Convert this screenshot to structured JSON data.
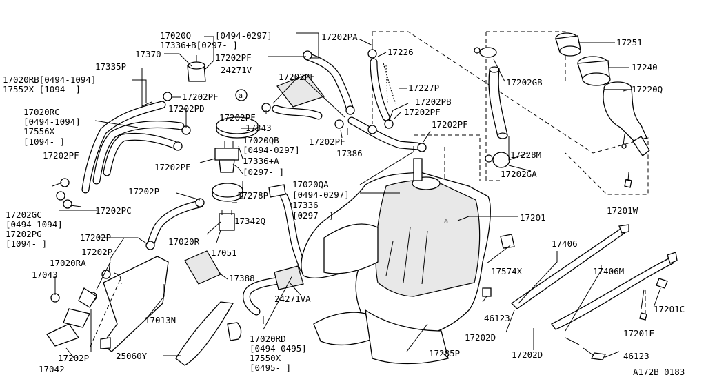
{
  "diagram_id": "A172B 0183",
  "labels": [
    {
      "id": "17020Q",
      "text": "17020Q"
    },
    {
      "id": "17020Q_range1",
      "text": "[0494-0297]"
    },
    {
      "id": "17336B",
      "text": "17336+B[0297-      ]"
    },
    {
      "id": "17202PA",
      "text": "17202PA"
    },
    {
      "id": "17370",
      "text": "17370"
    },
    {
      "id": "17202PF_a",
      "text": "17202PF"
    },
    {
      "id": "17226",
      "text": "17226"
    },
    {
      "id": "17251",
      "text": "17251"
    },
    {
      "id": "17335P",
      "text": "17335P"
    },
    {
      "id": "24271V",
      "text": "24271V"
    },
    {
      "id": "17202PF_b",
      "text": "17202PF"
    },
    {
      "id": "17240",
      "text": "17240"
    },
    {
      "id": "17020RB",
      "text": "17020RB[0494-1094]"
    },
    {
      "id": "17552X",
      "text": "17552X [1094-      ]"
    },
    {
      "id": "17202PF_c",
      "text": "17202PF"
    },
    {
      "id": "17202GB",
      "text": "17202GB"
    },
    {
      "id": "17227P",
      "text": "17227P"
    },
    {
      "id": "17220Q",
      "text": "17220Q"
    },
    {
      "id": "17202PD",
      "text": "17202PD"
    },
    {
      "id": "17202PB",
      "text": "17202PB"
    },
    {
      "id": "17020RC",
      "text": "17020RC"
    },
    {
      "id": "17202PF_d",
      "text": "17202PF"
    },
    {
      "id": "17202PF_e",
      "text": "17202PF"
    },
    {
      "id": "17020RC_range",
      "text": "[0494-1094]"
    },
    {
      "id": "17343",
      "text": "17343"
    },
    {
      "id": "17556X",
      "text": "17556X"
    },
    {
      "id": "17202PF_f",
      "text": "17202PF"
    },
    {
      "id": "17020QB",
      "text": "17020QB"
    },
    {
      "id": "17202PF_g",
      "text": "17202PF"
    },
    {
      "id": "17556X_range",
      "text": "[1094-      ]"
    },
    {
      "id": "17020QB_range",
      "text": "[0494-0297]"
    },
    {
      "id": "17386",
      "text": "17386"
    },
    {
      "id": "17228M",
      "text": "17228M"
    },
    {
      "id": "17202PF_h",
      "text": "17202PF"
    },
    {
      "id": "17336A",
      "text": "17336+A"
    },
    {
      "id": "17202PE",
      "text": "17202PE"
    },
    {
      "id": "17336A_range",
      "text": "[0297-      ]"
    },
    {
      "id": "17020QA",
      "text": "17020QA"
    },
    {
      "id": "17202GA",
      "text": "17202GA"
    },
    {
      "id": "17202P_a",
      "text": "17202P"
    },
    {
      "id": "17278P",
      "text": "17278P"
    },
    {
      "id": "17020QA_range",
      "text": "[0494-0297]"
    },
    {
      "id": "17201W",
      "text": "17201W"
    },
    {
      "id": "17336",
      "text": "17336"
    },
    {
      "id": "17202GC",
      "text": "17202GC"
    },
    {
      "id": "17202PC",
      "text": "17202PC"
    },
    {
      "id": "17336_range",
      "text": "[0297-      ]"
    },
    {
      "id": "17201",
      "text": "17201"
    },
    {
      "id": "17202GC_range",
      "text": "[0494-1094]"
    },
    {
      "id": "17342Q",
      "text": "17342Q"
    },
    {
      "id": "17202PG",
      "text": "17202PG"
    },
    {
      "id": "17020R",
      "text": "17020R"
    },
    {
      "id": "17202P_b",
      "text": "17202P"
    },
    {
      "id": "17202PG_range",
      "text": "[1094-      ]"
    },
    {
      "id": "17406",
      "text": "17406"
    },
    {
      "id": "17051",
      "text": "17051"
    },
    {
      "id": "17202P_c",
      "text": "17202P"
    },
    {
      "id": "17020RA",
      "text": "17020RA"
    },
    {
      "id": "17574X",
      "text": "17574X"
    },
    {
      "id": "17406M",
      "text": "17406M"
    },
    {
      "id": "17043",
      "text": "17043"
    },
    {
      "id": "17388",
      "text": "17388"
    },
    {
      "id": "24271VA",
      "text": "24271VA"
    },
    {
      "id": "17013N",
      "text": "17013N"
    },
    {
      "id": "46123_a",
      "text": "46123"
    },
    {
      "id": "17201C",
      "text": "17201C"
    },
    {
      "id": "17201E",
      "text": "17201E"
    },
    {
      "id": "17020RD",
      "text": "17020RD"
    },
    {
      "id": "17202D_a",
      "text": "17202D"
    },
    {
      "id": "17020RD_range",
      "text": "[0494-0495]"
    },
    {
      "id": "17285P",
      "text": "17285P"
    },
    {
      "id": "17202D_b",
      "text": "17202D"
    },
    {
      "id": "17202P_d",
      "text": "17202P"
    },
    {
      "id": "25060Y",
      "text": "25060Y"
    },
    {
      "id": "17550X",
      "text": "17550X"
    },
    {
      "id": "46123_b",
      "text": "46123"
    },
    {
      "id": "17042",
      "text": "17042"
    },
    {
      "id": "17550X_range",
      "text": "[0495-      ]"
    },
    {
      "id": "ref_a_1",
      "text": "a"
    },
    {
      "id": "ref_a_2",
      "text": "a"
    }
  ]
}
